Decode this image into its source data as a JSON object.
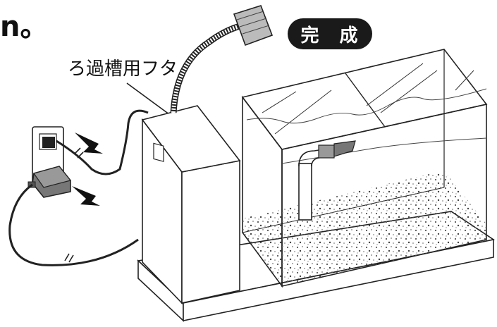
{
  "page": {
    "corner_fragment": "n。",
    "badge_label": "完 成",
    "callout_label": "ろ過槽用フタ"
  },
  "figure": {
    "components": [
      "aquarium-tank",
      "filter-tank",
      "lid",
      "power-adapter",
      "wall-outlet",
      "led-light",
      "pipe",
      "gravel"
    ],
    "arrows": 2
  }
}
